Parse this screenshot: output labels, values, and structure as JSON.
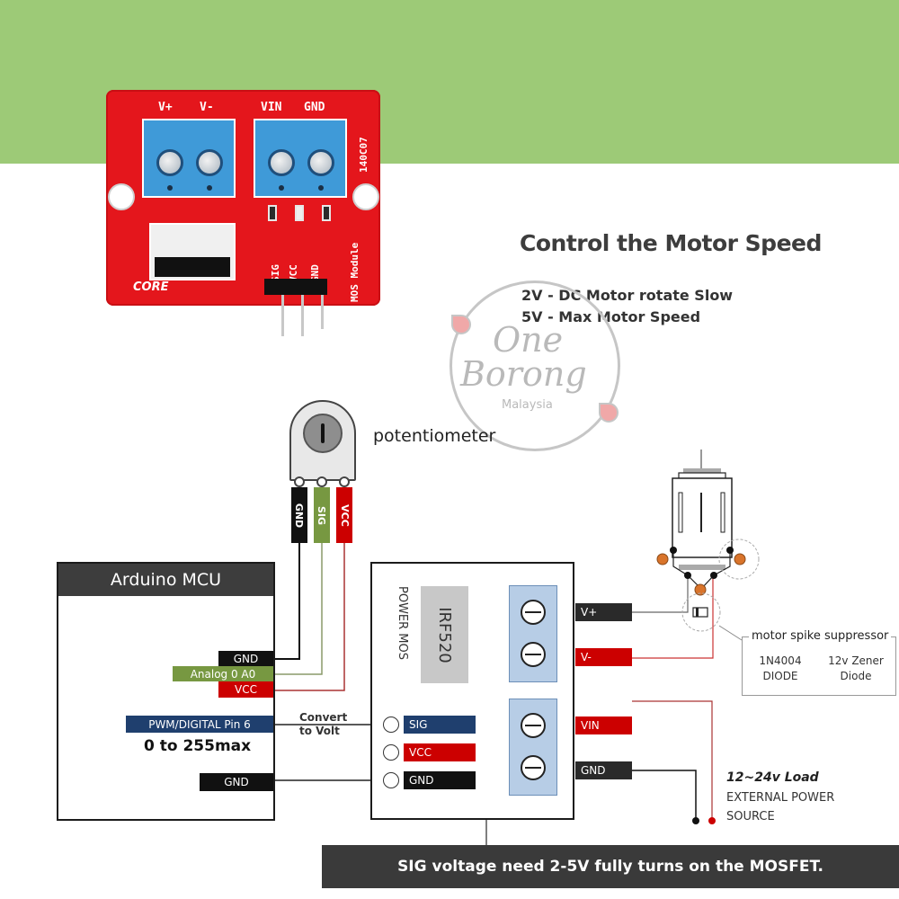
{
  "pcb": {
    "top_labels": [
      "V+",
      "V-",
      "VIN",
      "GND"
    ],
    "side_code": "140C07",
    "header_labels": [
      "SIG",
      "VCC",
      "GND"
    ],
    "module_name": "MOS Module",
    "brand": "CORE"
  },
  "headline": {
    "title": "Control the Motor Speed",
    "lines": [
      "2V - DC Motor rotate Slow",
      "5V - Max Motor Speed"
    ]
  },
  "watermark": {
    "line1": "One",
    "line2": "Borong",
    "line3": "Malaysia"
  },
  "potentiometer": {
    "label": "potentiometer",
    "pins": [
      "GND",
      "SIG",
      "VCC"
    ]
  },
  "arduino": {
    "title": "Arduino MCU",
    "pins": {
      "gnd_top": "GND",
      "analog": "Analog 0 A0",
      "vcc": "VCC",
      "pwm": "PWM/DIGITAL Pin 6",
      "gnd_bottom": "GND"
    },
    "pwm_range": "0 to 255max"
  },
  "convert_note": [
    "Convert",
    "to Volt"
  ],
  "mosfet_module": {
    "chip": "IRF520",
    "label": "POWER MOS",
    "input_pins": [
      "SIG",
      "VCC",
      "GND"
    ],
    "output_pins": [
      "V+",
      "V-",
      "VIN",
      "GND"
    ]
  },
  "suppressor": {
    "title": "motor spike suppressor",
    "options": [
      {
        "line1": "1N4004",
        "line2": "DIODE"
      },
      {
        "line1": "12v Zener",
        "line2": "Diode"
      }
    ]
  },
  "external_power": {
    "load": "12~24v Load",
    "line1": "EXTERNAL POWER",
    "line2": "SOURCE"
  },
  "footer": {
    "note": "SIG voltage need 2-5V fully turns on the MOSFET."
  },
  "colors": {
    "band_green": "#9dca77",
    "pcb_red": "#e4161c",
    "terminal_blue": "#3f9ad8",
    "wire_black": "#111111",
    "wire_green": "#779841",
    "wire_red": "#cc0000",
    "sig_blue": "#1f3f6e",
    "motor_pad_orange": "#d9742b"
  }
}
